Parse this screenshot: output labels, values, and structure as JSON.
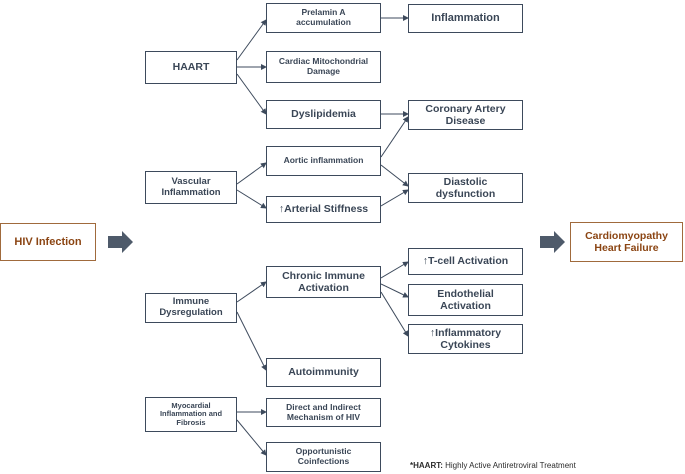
{
  "nodes": {
    "hiv": "HIV Infection",
    "haart": "HAART",
    "vascular": "Vascular\nInflammation",
    "immune": "Immune\nDysregulation",
    "myocardial": "Myocardial\nInflammation and\nFibrosis",
    "prelamin": "Prelamin A\naccumulation",
    "cardiac_mito": "Cardiac Mitochondrial\nDamage",
    "dyslipidemia": "Dyslipidemia",
    "aortic": "Aortic inflammation",
    "arterial": "↑Arterial Stiffness",
    "chronic": "Chronic Immune\nActivation",
    "autoimmunity": "Autoimmunity",
    "direct": "Direct and Indirect\nMechanism of HIV",
    "opportunistic": "Opportunistic\nCoinfections",
    "inflammation": "Inflammation",
    "cad": "Coronary Artery\nDisease",
    "diastolic": "Diastolic\ndysfunction",
    "tcell": "↑T-cell Activation",
    "endothelial": "Endothelial\nActivation",
    "cytokines": "↑Inflammatory\nCytokines",
    "cardiomyopathy": "Cardiomyopathy\nHeart Failure"
  },
  "footnote": {
    "abbr": "*HAART:",
    "text": " Highly Active Antiretroviral Treatment"
  },
  "colors": {
    "box_border": "#3d4a5c",
    "text": "#3a4656",
    "accent": "#8b4513",
    "big_arrow": "#4e5a6a"
  }
}
